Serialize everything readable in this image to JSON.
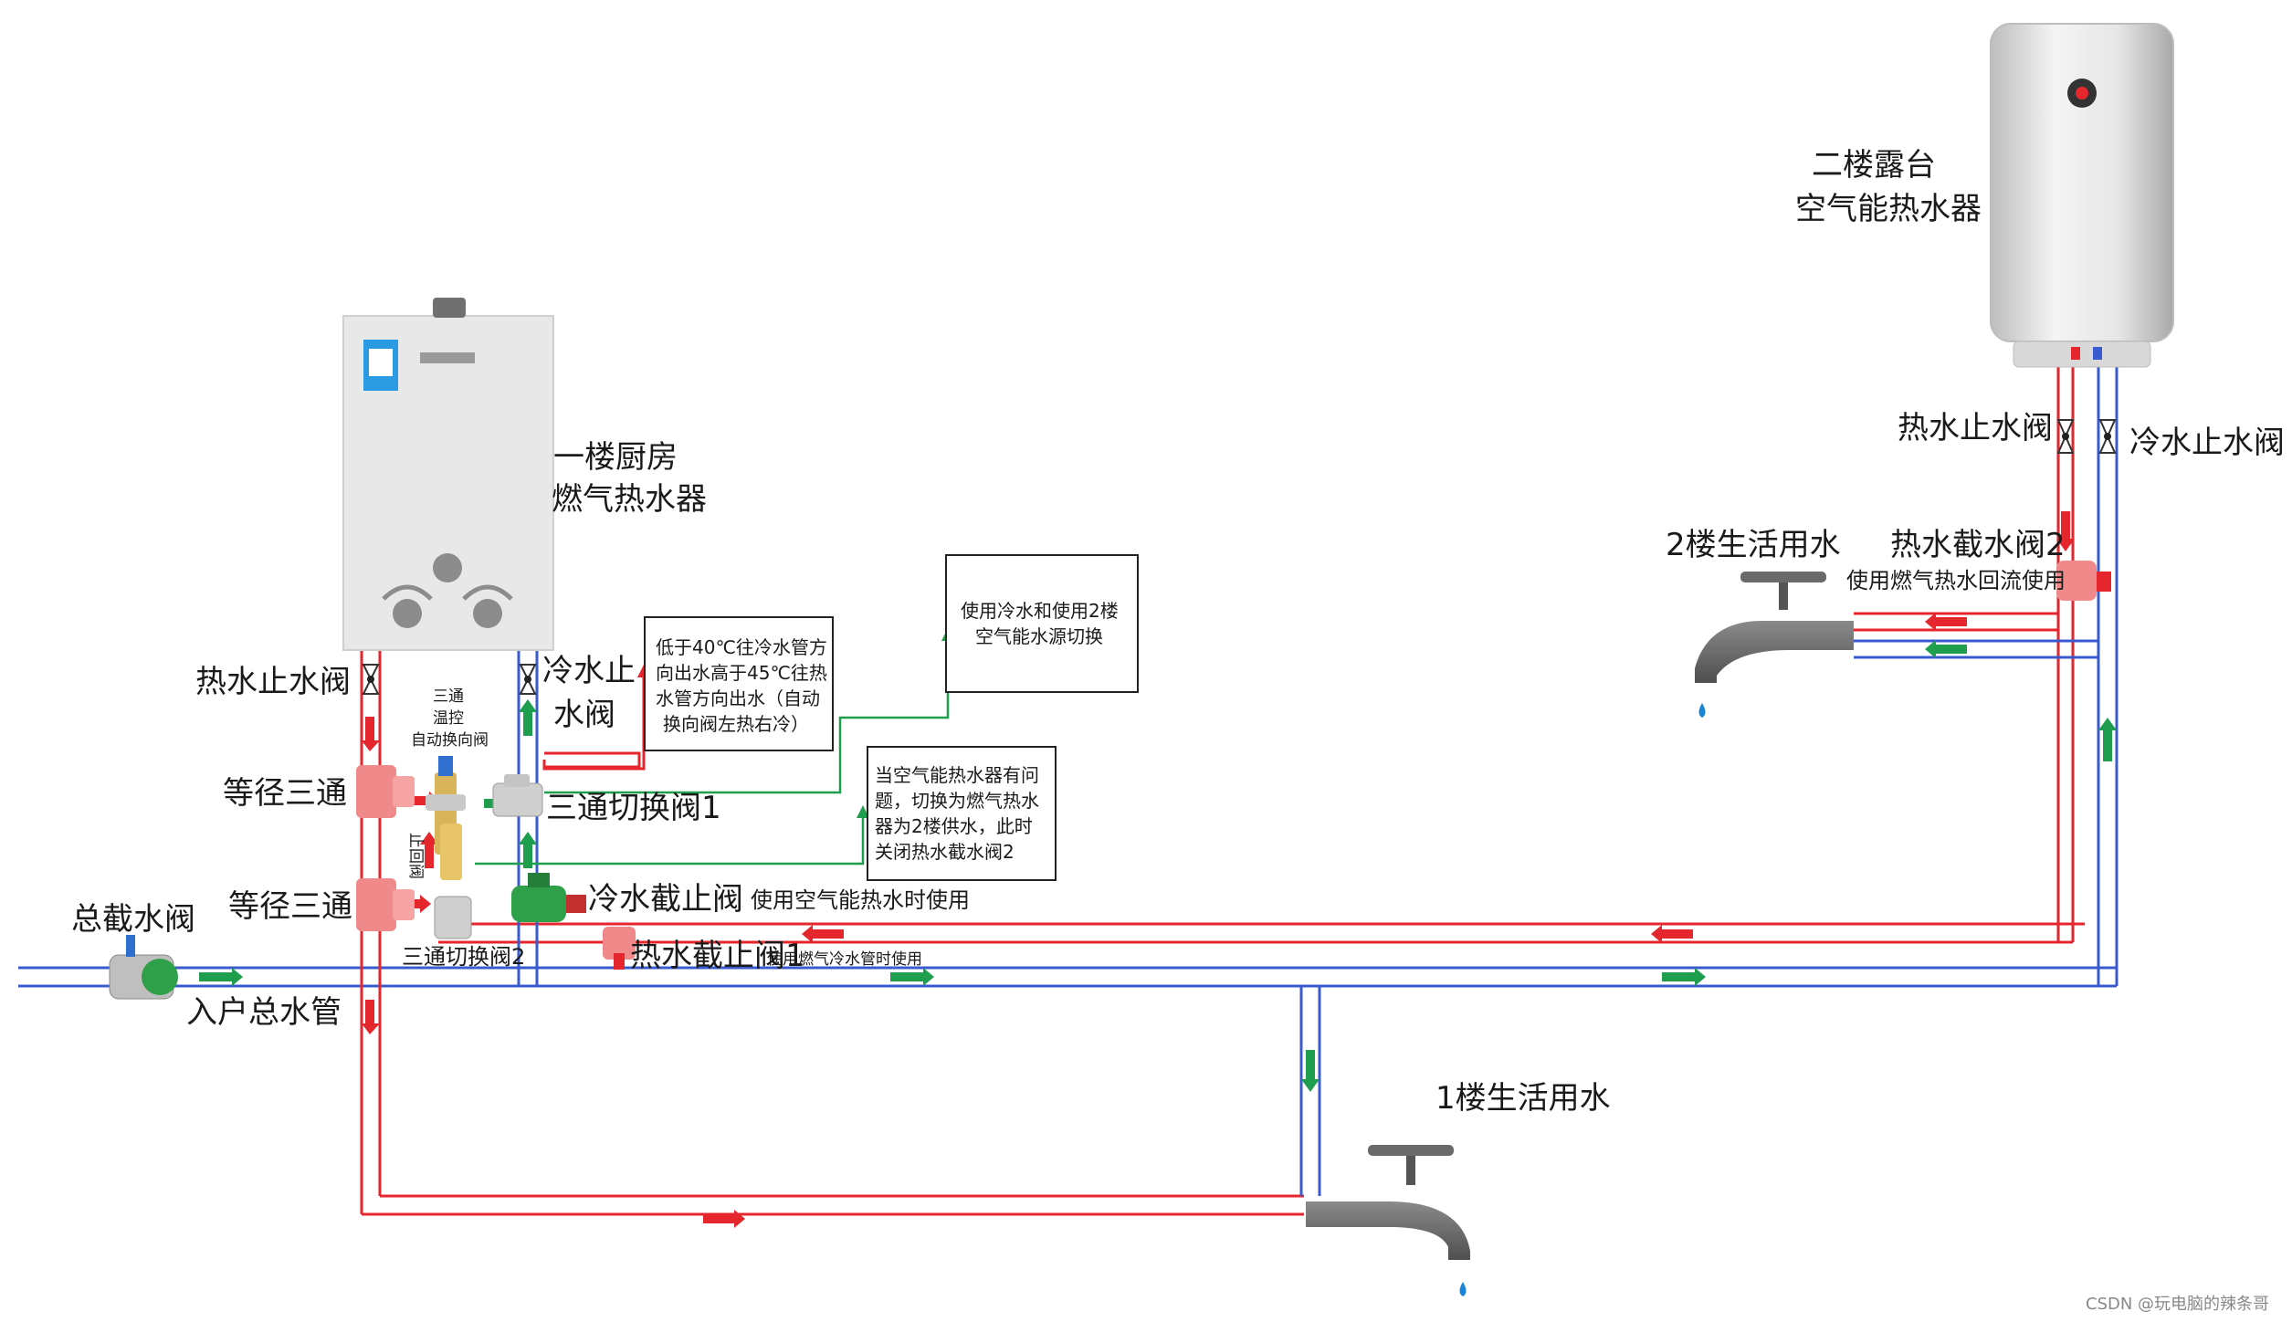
{
  "labels": {
    "gas_heater": [
      "一楼厨房",
      "燃气热水器"
    ],
    "air_heater": [
      "二楼露台",
      "空气能热水器"
    ],
    "hot_stop_valve_left": "热水止水阀",
    "cold_stop_valve_left": [
      "冷水止",
      "水阀"
    ],
    "thermo_valve": [
      "三通",
      "温控",
      "自动换向阀"
    ],
    "tee_1": "等径三通",
    "tee_2": "等径三通",
    "switch_valve_1": "三通切换阀1",
    "switch_valve_2": "三通切换阀2",
    "check_valve_vertical": "止回阀",
    "main_valve": "总截水阀",
    "inlet_pipe": "入户总水管",
    "cold_cut_valve": "冷水截止阀",
    "cold_cut_usage": "使用空气能热水时使用",
    "hot_cut_valve_1": "热水截止阀1",
    "hot_cut_valve_1_usage": "使用燃气冷水管时使用",
    "hot_stop_valve_right": "热水止水阀",
    "cold_stop_valve_right": "冷水止水阀",
    "hot_cut_valve_2": "热水截水阀2",
    "hot_cut_valve_2_usage": "使用燃气热水回流使用",
    "faucet_2f": "2楼生活用水",
    "faucet_1f": "1楼生活用水",
    "watermark": "CSDN @玩电脑的辣条哥"
  },
  "notes": {
    "thermo_note": [
      "低于40℃往冷水管方",
      "向出水高于45℃往热",
      "水管方向出水（自动",
      "换向阀左热右冷）"
    ],
    "switch_note": [
      "使用冷水和使用2楼",
      "空气能水源切换"
    ],
    "fault_note": [
      "当空气能热水器有问",
      "题，切换为燃气热水",
      "器为2楼供水，此时",
      "关闭热水截水阀2"
    ]
  },
  "colors": {
    "hot_pipe": "#e5262c",
    "cold_pipe": "#3a5bd0",
    "flow_arrow": "#1f9e4e",
    "hot_arrow": "#e5262c"
  }
}
